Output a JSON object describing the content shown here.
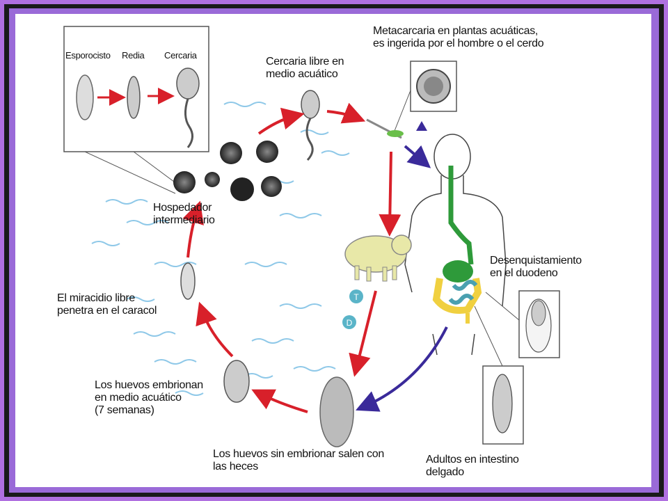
{
  "labels": {
    "inset_esporocisto": "Esporocisto",
    "inset_redia": "Redia",
    "inset_cercaria": "Cercaria",
    "metacercaria": "Metacarcaria en plantas acuáticas,\nes ingerida por el hombre o el cerdo",
    "cercaria_libre": "Cercaria libre en\nmedio acuático",
    "hospedador": "Hospedador\nintermediario",
    "miracidio": "El miracidio libre\npenetra en el caracol",
    "huevos_embrionan": "Los huevos embrionan\nen medio acuático\n(7 semanas)",
    "huevos_sin": "Los huevos sin embrionar salen con\nlas heces",
    "desenquistamiento": "Desenquistamiento\nen el duodeno",
    "adultos": "Adultos en intestino\ndelgado",
    "stage_t": "T",
    "stage_d": "D"
  },
  "colors": {
    "cycle_arrow": "#d8202a",
    "host_arrow": "#3a2a9a",
    "water": "#8ec8e8",
    "digestive_green": "#2e9a3a",
    "intestine_yellow": "#f0d040",
    "pig": "#e8e8a8",
    "stage_badge": "#5ab4c8"
  }
}
